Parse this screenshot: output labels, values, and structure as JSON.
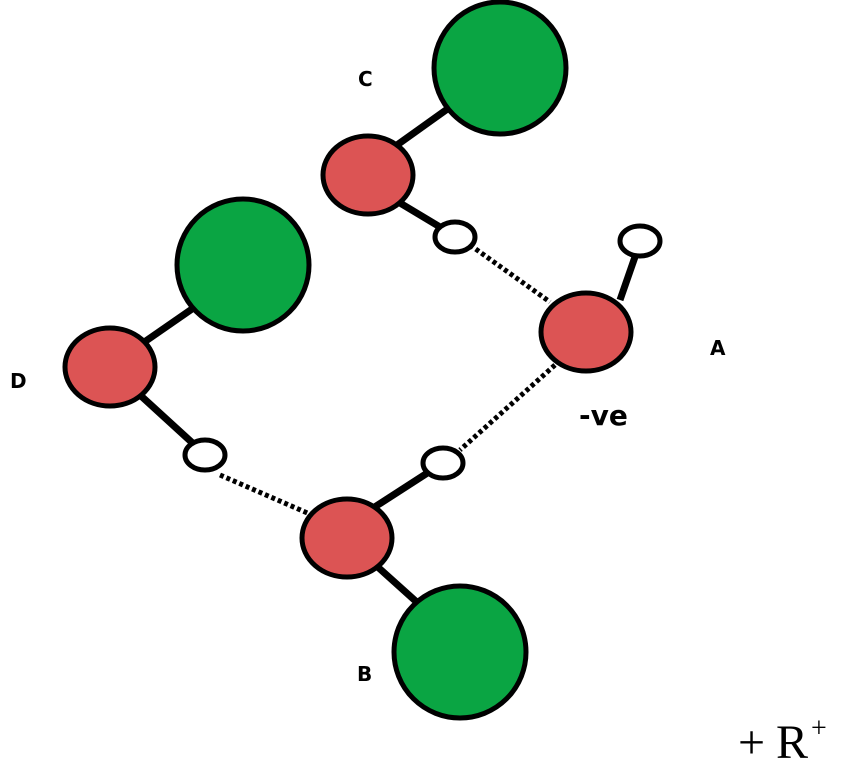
{
  "colors": {
    "oxygen": "#dc5454",
    "green_group": "#0aa543",
    "hydrogen": "#ffffff",
    "bond": "#000000"
  },
  "labels": {
    "A": "A",
    "B": "B",
    "C": "C",
    "D": "D",
    "charge": "-ve"
  },
  "ion": {
    "plus": "+",
    "symbol": "R",
    "superscript": "+"
  }
}
